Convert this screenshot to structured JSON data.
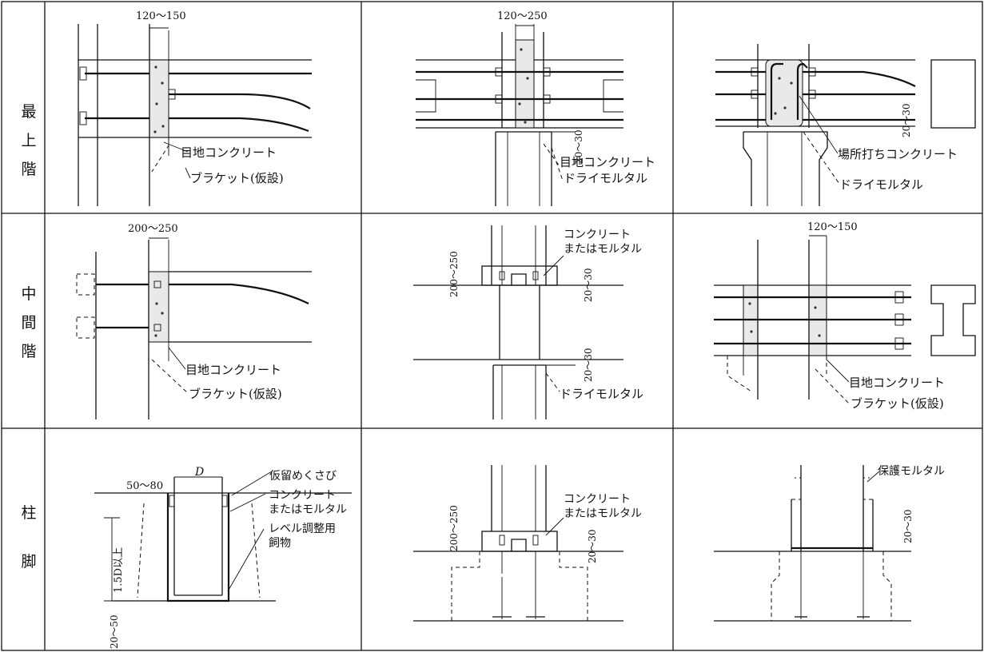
{
  "row_labels": [
    [
      "最",
      "上",
      "階"
    ],
    [
      "中",
      "間",
      "階"
    ],
    [
      "柱",
      "脚"
    ]
  ],
  "dims": {
    "top_left": "120～150",
    "top_mid": "120～250",
    "mid_left": "200～250",
    "mid_right": "120～150",
    "gap_20_30": "20～30",
    "mid_200_250": "200～250",
    "base_D": "D",
    "base_50_80": "50～80",
    "base_15D": "1.5D以上",
    "base_20_50": "20～50"
  },
  "labels": {
    "joint_concrete": "目地コンクリート",
    "bracket_temp": "ブラケット(仮設)",
    "dry_mortar": "ドライモルタル",
    "cast_in_place": "場所打ちコンクリート",
    "concrete_or_mortar_1": "コンクリート",
    "concrete_or_mortar_2": "またはモルタル",
    "temp_wedge": "仮留めくさび",
    "level_shim_1": "レベル調整用",
    "level_shim_2": "飼物",
    "protect_mortar": "保護モルタル"
  }
}
